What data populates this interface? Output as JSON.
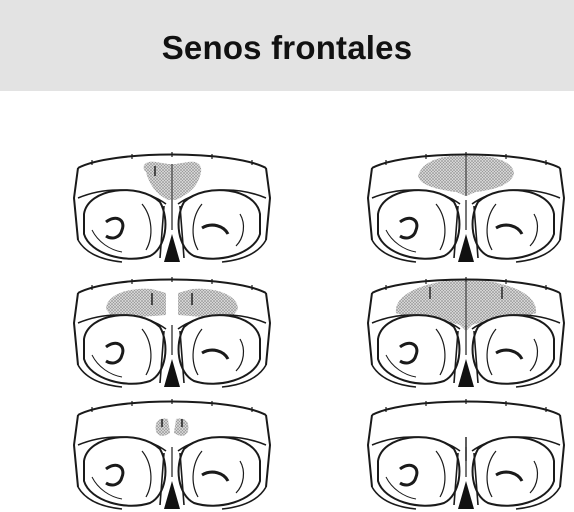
{
  "slide": {
    "title": "Senos frontales"
  },
  "figure": {
    "panels": [
      {
        "id": "frontal-sinus-variant-1",
        "sinus_shape": "central-bilobed"
      },
      {
        "id": "frontal-sinus-variant-2",
        "sinus_shape": "central-wide-cap"
      },
      {
        "id": "frontal-sinus-variant-3",
        "sinus_shape": "lateral-wings"
      },
      {
        "id": "frontal-sinus-variant-4",
        "sinus_shape": "large-fan"
      },
      {
        "id": "frontal-sinus-variant-5",
        "sinus_shape": "small-paired"
      },
      {
        "id": "frontal-sinus-variant-6",
        "sinus_shape": "absent"
      }
    ],
    "colors": {
      "line": "#1a1a1a",
      "sinus_stipple": "#9a9a9a",
      "header_bg": "#e3e3e3"
    }
  }
}
